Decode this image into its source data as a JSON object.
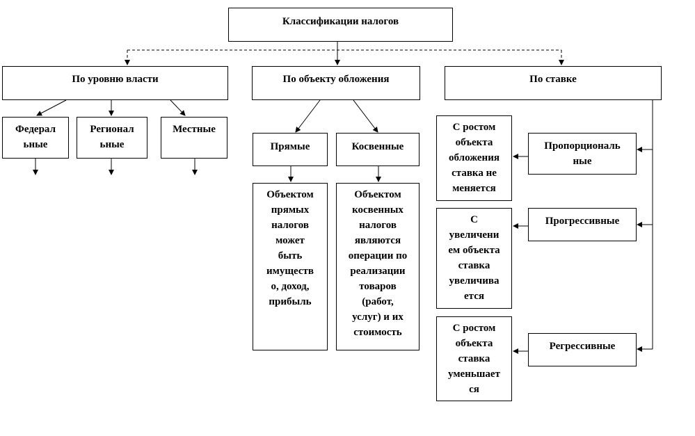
{
  "root": {
    "title": "Классификации налогов"
  },
  "categories": {
    "by_level": "По уровню власти",
    "by_object": "По объекту обложения",
    "by_rate": "По ставке"
  },
  "levels": {
    "federal": "Федерал\nьные",
    "regional": "Регионал\nьные",
    "local": "Местные"
  },
  "object_types": {
    "direct": "Прямые",
    "indirect": "Косвенные",
    "direct_desc": "Объектом\nпрямых\nналогов\nможет\nбыть\nимуществ\nо, доход,\nприбыль",
    "indirect_desc": "Объектом\nкосвенных\nналогов\nявляются\nоперации по\nреализации\nтоваров\n(работ,\nуслуг) и их\nстоимость"
  },
  "rate_types": {
    "proportional": "Пропорциональ\nные",
    "progressive": "Прогрессивные",
    "regressive": "Регрессивные",
    "proportional_desc": "С ростом\nобъекта\nобложения\nставка не\nменяется",
    "progressive_desc": "С\nувеличени\nем объекта\nставка\nувеличива\nется",
    "regressive_desc": "С ростом\nобъекта\nставка\nуменьшает\nся"
  }
}
